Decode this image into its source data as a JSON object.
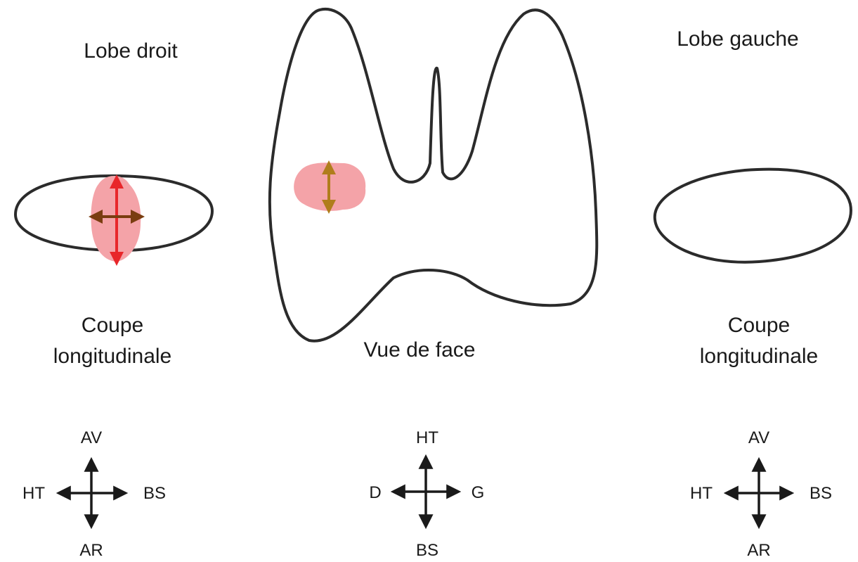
{
  "labels": {
    "right_lobe": "Lobe droit",
    "left_lobe": "Lobe gauche",
    "right_section_line1": "Coupe",
    "right_section_line2": "longitudinale",
    "front_view": "Vue de face",
    "left_section_line1": "Coupe",
    "left_section_line2": "longitudinale"
  },
  "orientation": {
    "right_section": {
      "top": "AV",
      "bottom": "AR",
      "left": "HT",
      "right": "BS"
    },
    "front_view": {
      "top": "HT",
      "bottom": "BS",
      "left": "D",
      "right": "G"
    },
    "left_section": {
      "top": "AV",
      "bottom": "AR",
      "left": "HT",
      "right": "BS"
    }
  },
  "colors": {
    "outline": "#2b2b2b",
    "nodule_fill": "#f4a3a8",
    "vertical_arrow_section": "#e8262a",
    "horizontal_arrow_section": "#7a3d10",
    "arrow_front_view": "#b07d1c",
    "compass_arrows": "#1a1a1a"
  }
}
